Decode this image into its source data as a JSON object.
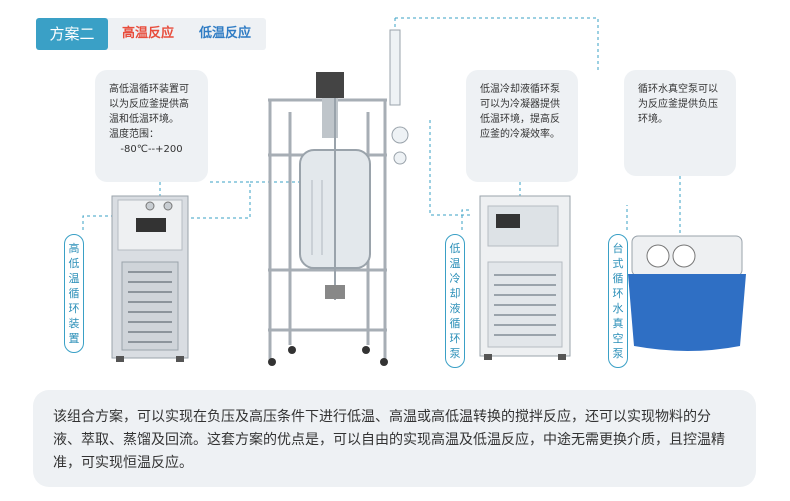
{
  "header": {
    "scheme_label": "方案二",
    "high_temp_tag": "高温反应",
    "low_temp_tag": "低温反应"
  },
  "callouts": {
    "circulator": {
      "text": "高低温循环装置可以为反应釜提供高温和低温环境。",
      "temp_title": "温度范围：",
      "temp_range": "-80℃--+200"
    },
    "chiller": {
      "text": "低温冷却液循环泵可以为冷凝器提供低温环境，提高反应釜的冷凝效率。"
    },
    "vacuum": {
      "text": "循环水真空泵可以为反应釜提供负压环境。"
    }
  },
  "equipment_labels": {
    "circulator": "高低温循环装置",
    "chiller": "低温冷却液循环泵",
    "vacuum": "台式循环水真空泵"
  },
  "description": "该组合方案，可以实现在负压及高压条件下进行低温、高温或高低温转换的搅拌反应，还可以实现物料的分液、萃取、蒸馏及回流。这套方案的优点是，可以自由的实现高温及低温反应，中途无需更换介质，且控温精准，可实现恒温反应。",
  "colors": {
    "accent": "#3aa0c6",
    "high": "#e84d3c",
    "low": "#2f7cc4",
    "panel": "#eef1f4"
  }
}
